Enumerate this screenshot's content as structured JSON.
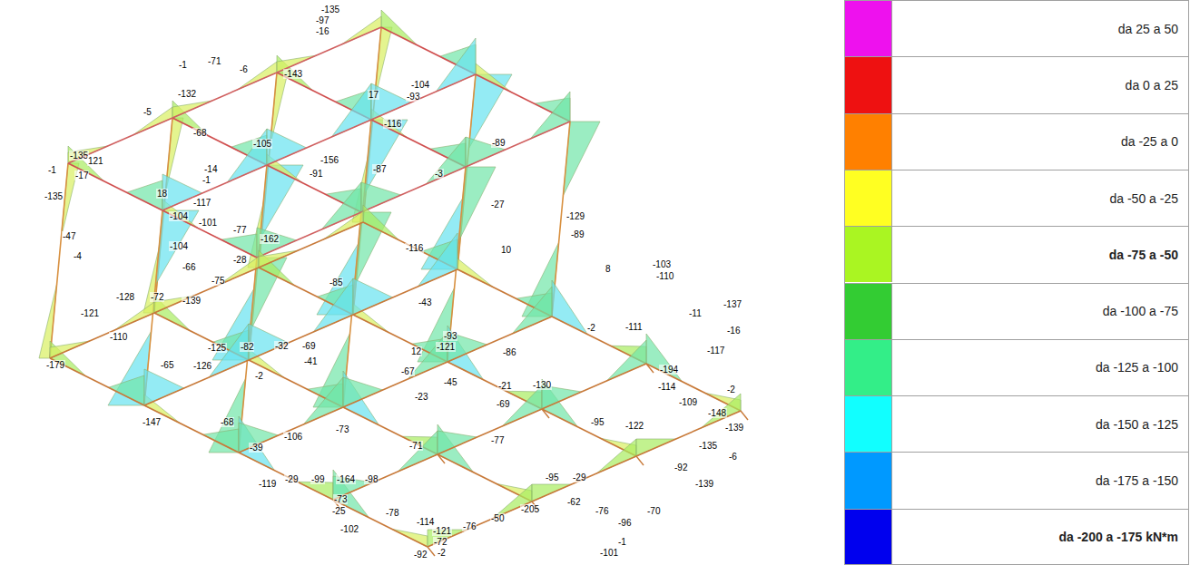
{
  "diagram": {
    "labels": [
      "-135",
      "-97",
      "-16",
      "-1",
      "-71",
      "-6",
      "-143",
      "-104",
      "-93",
      "17",
      "-132",
      "-5",
      "-116",
      "-68",
      "-105",
      "-89",
      "-135",
      "121",
      "-1",
      "-17",
      "-14",
      "-1",
      "-156",
      "-91",
      "-87",
      "-3",
      "-135",
      "18",
      "-117",
      "-104",
      "-101",
      "-77",
      "-162",
      "-27",
      "-129",
      "-89",
      "-47",
      "-104",
      "-4",
      "-28",
      "-116",
      "10",
      "-103",
      "8",
      "-110",
      "-66",
      "-75",
      "-85",
      "-128",
      "-72",
      "-139",
      "-121",
      "-43",
      "-11",
      "-137",
      "-16",
      "-111",
      "-2",
      "-110",
      "-125",
      "-82",
      "-32",
      "-69",
      "-93",
      "-121",
      "-86",
      "-179",
      "-65",
      "-126",
      "12",
      "-117",
      "-41",
      "-194",
      "-2",
      "-67",
      "-45",
      "-21",
      "-130",
      "-114",
      "-2",
      "-23",
      "-69",
      "-109",
      "-148",
      "-147",
      "-68",
      "-95",
      "-122",
      "-139",
      "-106",
      "-73",
      "-77",
      "-71",
      "-135",
      "-39",
      "-6",
      "-92",
      "-119",
      "-29",
      "-99",
      "-164",
      "-98",
      "-95",
      "-29",
      "-139",
      "-73",
      "-62",
      "-205",
      "-78",
      "-76",
      "-70",
      "-25",
      "-50",
      "-114",
      "-96",
      "-76",
      "-102",
      "-121",
      "-72",
      "-1",
      "-2",
      "-101",
      "-92"
    ],
    "legend": [
      {
        "text": "da 25 a 50",
        "color": "#ee11ee"
      },
      {
        "text": "da 0 a 25",
        "color": "#ee1111"
      },
      {
        "text": "da -25 a 0",
        "color": "#ff8000"
      },
      {
        "text": "da -50 a -25",
        "color": "#ffff22"
      },
      {
        "text": "da -75 a -50",
        "color": "#aaf522"
      },
      {
        "text": "da -100 a -75",
        "color": "#33cc33"
      },
      {
        "text": "da -125 a -100",
        "color": "#33ee88"
      },
      {
        "text": "da -150 a -125",
        "color": "#11ffff"
      },
      {
        "text": "da -175 a -150",
        "color": "#0099ff"
      },
      {
        "text": "da -200 a -175 kN*m",
        "color": "#0000ee"
      }
    ]
  }
}
